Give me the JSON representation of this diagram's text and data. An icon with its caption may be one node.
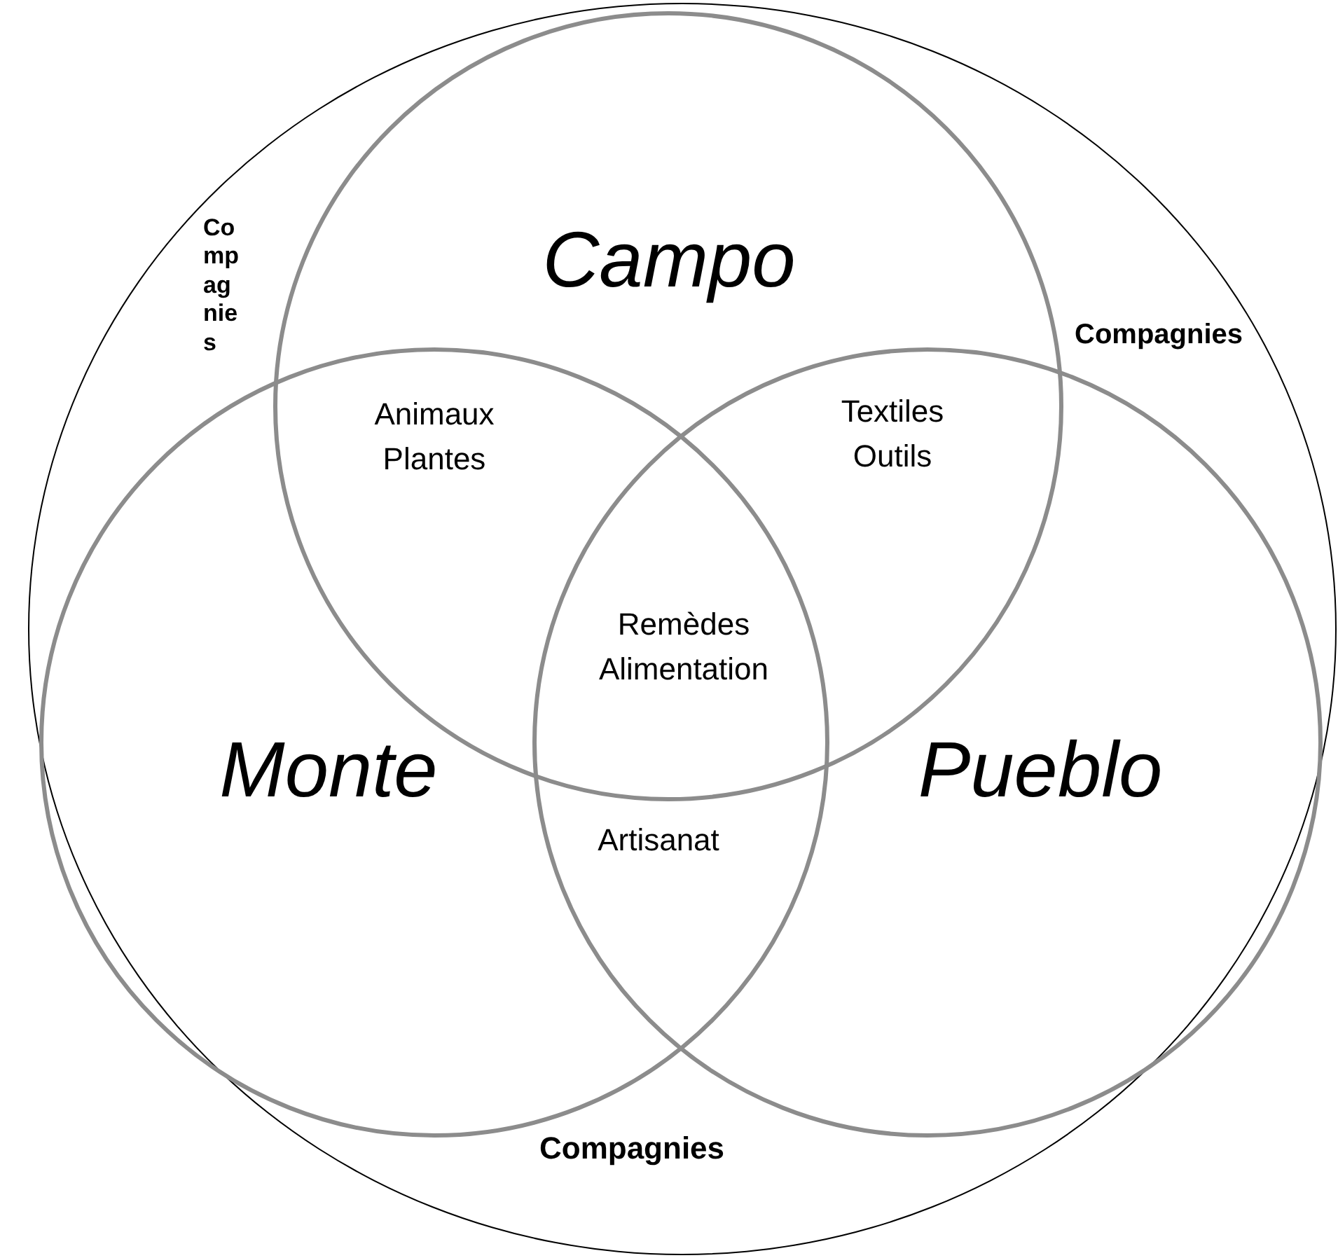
{
  "diagram": {
    "nodes": [
      {
        "text": [
          "Compagnies",
          "Compagnies",
          "Compagnies"
        ]
      },
      {
        "text": [
          "Campo"
        ],
        "in": 0
      },
      {
        "text": [
          "Monte"
        ],
        "in": 0
      },
      {
        "text": [
          "Pueblo"
        ],
        "in": 0
      }
    ],
    "labels": [
      "Animaux Plantes",
      "Textiles Outils",
      "Remèdes Alimentation",
      "Artisanat"
    ]
  }
}
